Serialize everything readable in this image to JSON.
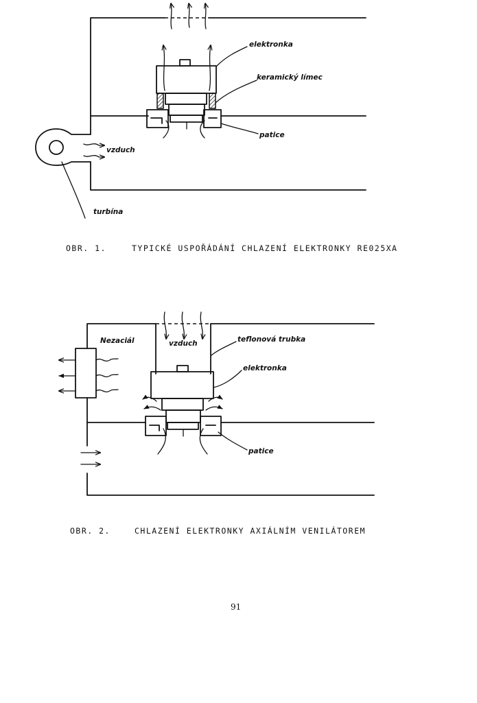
{
  "figure1": {
    "labels": {
      "tube": "elektronka",
      "collar": "keramický límec",
      "socket": "patice",
      "air": "vzduch",
      "turbine": "turbína"
    },
    "caption_number": "OBR. 1.",
    "caption_text": "TYPICKÉ USPOŘÁDÁNÍ CHLAZENÍ ELEKTRONKY RE025XA"
  },
  "figure2": {
    "labels": {
      "heater": "Nezaciál",
      "air": "vzduch",
      "teflon_tube": "teflonová trubka",
      "tube": "elektronka",
      "socket": "patice"
    },
    "caption_number": "OBR. 2.",
    "caption_text": "CHLAZENÍ ELEKTRONKY AXIÁLNÍM VENILÁTOREM"
  },
  "page_number": "91"
}
